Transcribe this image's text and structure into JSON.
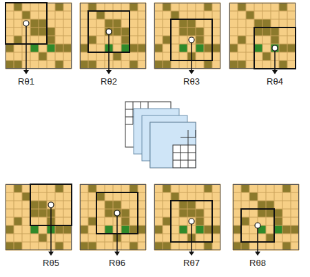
{
  "diagram": {
    "labels": [
      "Rθ1",
      "Rθ2",
      "Rθ3",
      "Rθ4",
      "Rθ5",
      "Rθ6",
      "Rθ7",
      "Rθ8"
    ]
  }
}
